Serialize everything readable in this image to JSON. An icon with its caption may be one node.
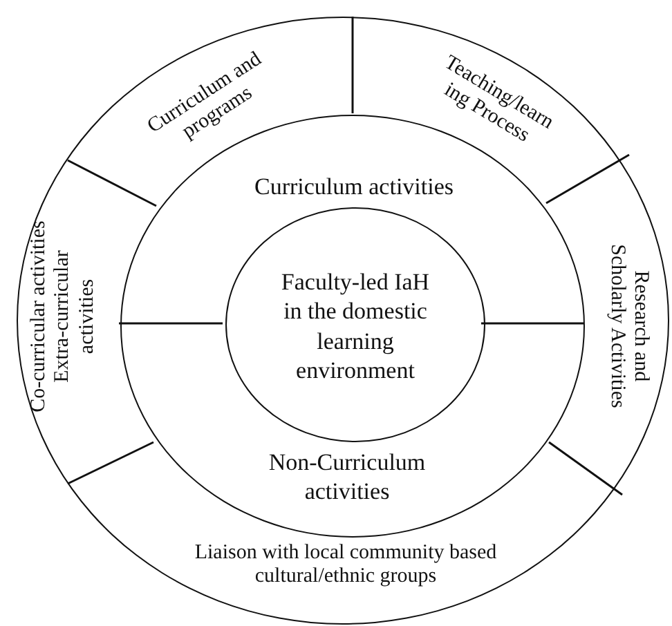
{
  "diagram": {
    "nodes": [
      {
        "text": [],
        "shape": "circle"
      },
      {
        "text": [
          "Curriculum and programs"
        ],
        "in": 0
      },
      {
        "text": [
          "Teaching/learn ing Process"
        ],
        "in": 0
      },
      {
        "text": [
          "Co-curricular activities Extra-curricular activities"
        ],
        "in": 0
      },
      {
        "text": [
          "Research and Scholarly Activities"
        ],
        "in": 0
      },
      {
        "text": [
          "Liaison with local community based cultural/ethnic groups"
        ],
        "in": 0
      },
      {
        "text": [
          "Curriculum activities",
          "Non-Curriculum activities"
        ],
        "in": 0
      },
      {
        "text": [
          "Faculty-led IaH in the domestic learning environment"
        ],
        "in": 6
      }
    ]
  }
}
